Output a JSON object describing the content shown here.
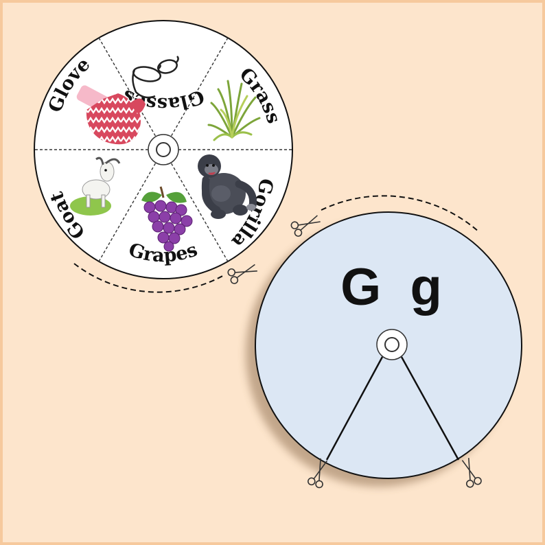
{
  "wheel": {
    "words": [
      "Glasses",
      "Grass",
      "Gorilla",
      "Grapes",
      "Goat",
      "Glove"
    ],
    "segment_icons": [
      "glasses-icon",
      "grass-icon",
      "gorilla-icon",
      "grapes-icon",
      "goat-icon",
      "glove-icon"
    ]
  },
  "cover": {
    "letters": "G  g"
  },
  "colors": {
    "background": "#fde5cc",
    "border": "#f6c99d",
    "wheel_fill": "#ffffff",
    "cover_fill": "#dce7f4",
    "ink": "#111111"
  },
  "cut_icons": [
    "scissors-icon",
    "scissors-icon",
    "scissors-icon",
    "scissors-icon"
  ]
}
